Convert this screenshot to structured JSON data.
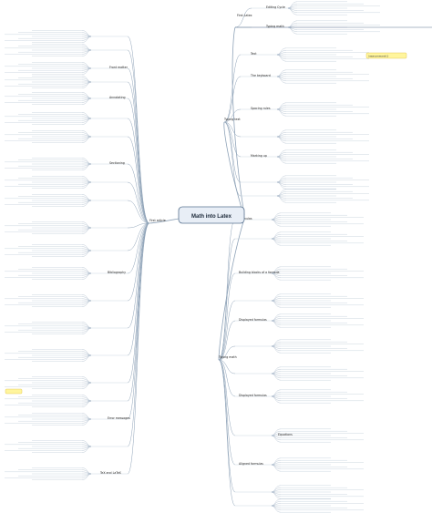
{
  "root": {
    "label": "Math into Latex"
  },
  "branches": {
    "first_latex": "First Latex",
    "first_article": "First article",
    "typing_text": "Typing text",
    "typing_math": "Typing math"
  },
  "sub": {
    "editing_cycle": "Editing Cycle",
    "typing_math_b": "Typing math",
    "text": "Text",
    "formulas": "Formulas",
    "displayed_formulas": "Displayed formulas",
    "the_keyboard": "The keyboard",
    "spacing_rules": "Spacing rules",
    "building_blocks": "Building blocks of a formula",
    "displayed": "Displayed formulas",
    "equations": "Equations",
    "aligned_formulas": "Aligned formulas",
    "marking_up": "Marking up",
    "annotating": "Annotating",
    "front_matter": "Front matter",
    "sectioning": "Sectioning",
    "bibliography": "Bibliography",
    "error_messages": "Error messages",
    "tex_and_latex": "TeX and LaTeX"
  },
  "notes": {
    "highlight": "\\newcommand{}"
  }
}
